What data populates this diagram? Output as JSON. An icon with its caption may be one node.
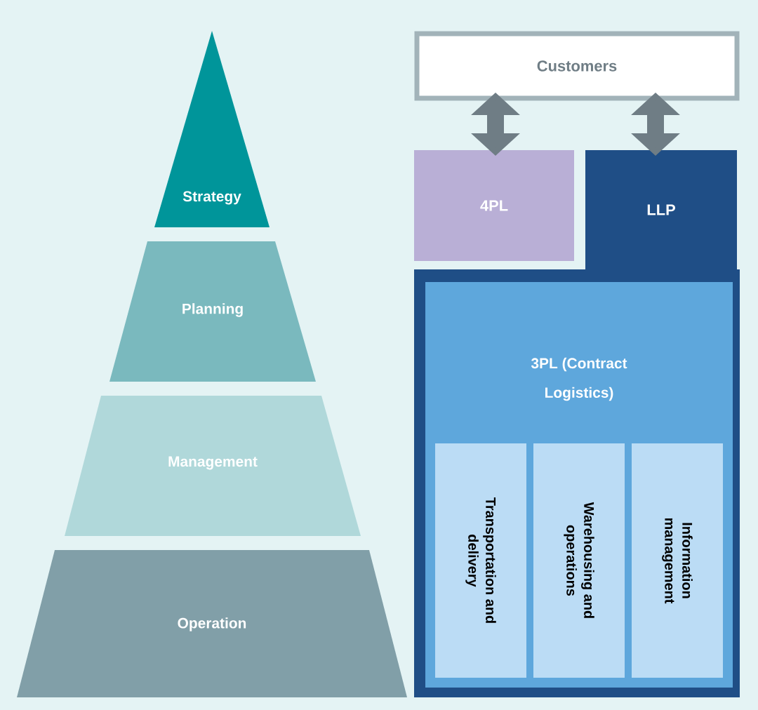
{
  "diagram": {
    "nodes": [
      {
        "text": [
          "Strategy"
        ]
      },
      {
        "text": [
          "Planning"
        ]
      },
      {
        "text": [
          "Management"
        ]
      },
      {
        "text": [
          "Operation"
        ]
      },
      {
        "text": [
          "Customers"
        ]
      },
      {
        "text": [
          "4PL"
        ]
      },
      {
        "text": [
          "LLP"
        ]
      },
      {
        "text": [
          "3PL (Contract Logistics)"
        ],
        "in": 6
      },
      {
        "text": [
          "Transportation and delivery"
        ],
        "in": 7
      },
      {
        "text": [
          "Warehousing and operations"
        ],
        "in": 7
      },
      {
        "text": [
          "Information management"
        ],
        "in": 7
      }
    ],
    "edges": [
      {
        "from": 4,
        "to": 5,
        "arrow": "both"
      },
      {
        "from": 4,
        "to": 6,
        "arrow": "both"
      }
    ]
  }
}
